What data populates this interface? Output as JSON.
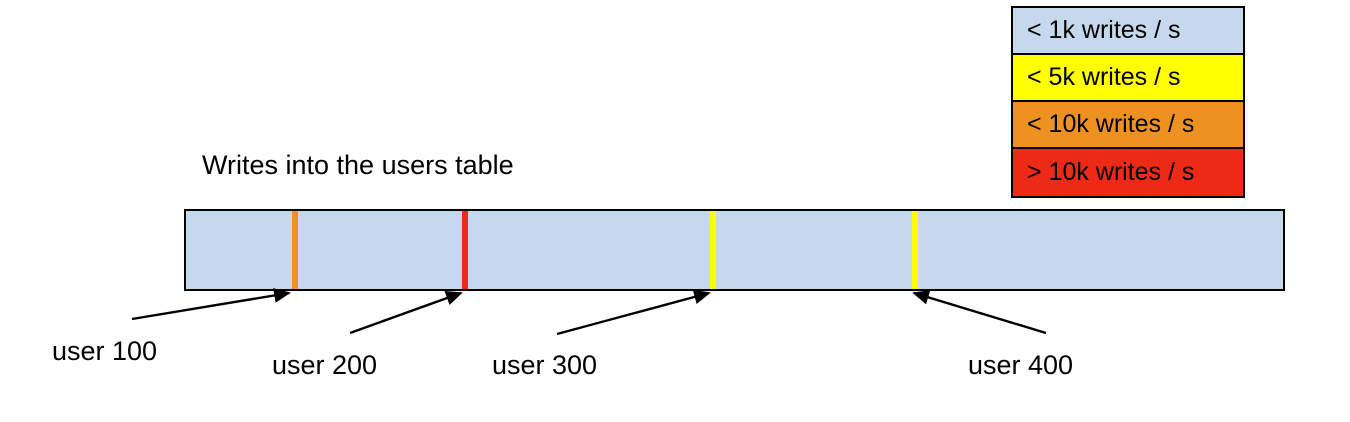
{
  "colors": {
    "light_blue": "#c6d9ec",
    "yellow": "#ffff00",
    "orange": "#ed9121",
    "red": "#ed2a16",
    "outline": "#000000",
    "background": "#ffffff"
  },
  "legend": {
    "title": "",
    "items": [
      {
        "label": "< 1k writes / s",
        "color": "#c6d9ec"
      },
      {
        "label": "< 5k writes / s",
        "color": "#ffff00"
      },
      {
        "label": "< 10k writes / s",
        "color": "#ed9121"
      },
      {
        "label": "> 10k writes / s",
        "color": "#ed2a16"
      }
    ]
  },
  "chart_data": {
    "type": "bar",
    "title": "Writes into the users table",
    "xlabel": "",
    "ylabel": "",
    "orientation": "horizontal",
    "base_color": "#c6d9ec",
    "base_category": "< 1k writes / s",
    "legend_position": "top-right",
    "grid": false,
    "axis_range": [
      0,
      100
    ],
    "categories": [
      "user 100",
      "user 200",
      "user 300",
      "user 400"
    ],
    "values": [
      {
        "marker": "user 100",
        "position_pct": 9.7,
        "color": "#ed9121",
        "category": "< 10k writes / s"
      },
      {
        "marker": "user 200",
        "position_pct": 25.2,
        "color": "#ed2a16",
        "category": "> 10k writes / s"
      },
      {
        "marker": "user 300",
        "position_pct": 47.8,
        "color": "#ffff00",
        "category": "< 5k writes / s"
      },
      {
        "marker": "user 400",
        "position_pct": 66.2,
        "color": "#ffff00",
        "category": "< 5k writes / s"
      }
    ]
  },
  "callouts": [
    {
      "label": "user 100"
    },
    {
      "label": "user 200"
    },
    {
      "label": "user 300"
    },
    {
      "label": "user 400"
    }
  ]
}
